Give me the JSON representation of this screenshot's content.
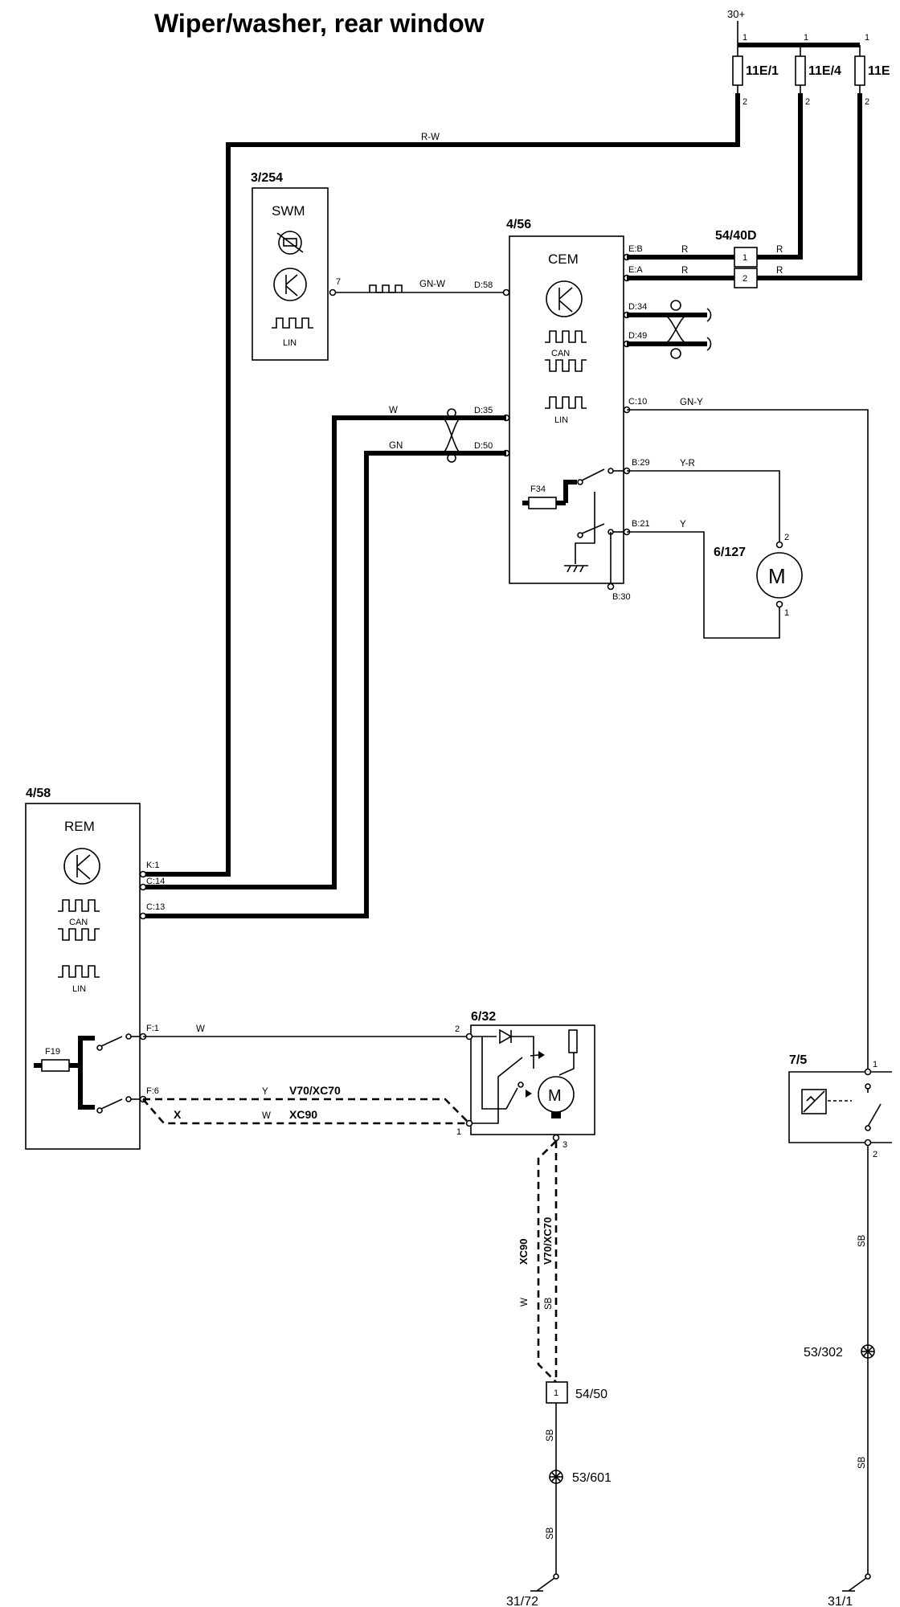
{
  "title": "Wiper/washer, rear window",
  "supply": {
    "label": "30+"
  },
  "fuses": [
    {
      "id": "11E/1",
      "pin_top": "1",
      "pin_bottom": "2"
    },
    {
      "id": "11E/4",
      "pin_top": "1",
      "pin_bottom": "2"
    },
    {
      "id": "11E",
      "pin_top": "1",
      "pin_bottom": "2"
    }
  ],
  "wires": {
    "rw": "R-W",
    "gnw": "GN-W",
    "r1": "R",
    "r2": "R",
    "r3": "R",
    "r4": "R",
    "w_d35": "W",
    "gn_d50": "GN",
    "gny": "GN-Y",
    "yr": "Y-R",
    "y_b21": "Y",
    "w_f1": "W",
    "y_f6": "Y",
    "w_x": "W",
    "w_vert": "W",
    "sb_vert": "SB",
    "sb1": "SB",
    "sb2": "SB",
    "sb3": "SB",
    "sb4": "SB"
  },
  "swm": {
    "id": "3/254",
    "name": "SWM",
    "bus": "LIN",
    "pin": "7"
  },
  "cem": {
    "id": "4/56",
    "name": "CEM",
    "bus1": "CAN",
    "bus2": "LIN",
    "fuse": "F34",
    "pins": {
      "eb": "E:B",
      "ea": "E:A",
      "d58": "D:58",
      "d34": "D:34",
      "d49": "D:49",
      "c10": "C:10",
      "d35": "D:35",
      "d50": "D:50",
      "b29": "B:29",
      "b21": "B:21",
      "b30": "B:30"
    }
  },
  "connector_4040": {
    "id": "54/40D",
    "pin1": "1",
    "pin2": "2"
  },
  "motor_6127": {
    "id": "6/127",
    "pin2": "2",
    "pin1": "1",
    "symbol": "M"
  },
  "rem": {
    "id": "4/58",
    "name": "REM",
    "bus1": "CAN",
    "bus2": "LIN",
    "fuse": "F19",
    "pins": {
      "k1": "K:1",
      "c14": "C:14",
      "c13": "C:13",
      "f1": "F:1",
      "f6": "F:6"
    }
  },
  "motor_632": {
    "id": "6/32",
    "pin2": "2",
    "pin1": "1",
    "pin3": "3",
    "symbol": "M"
  },
  "variants": {
    "v70": "V70/XC70",
    "xc90": "XC90",
    "x": "X",
    "xc90_vert": "XC90",
    "v70_vert": "V70/XC70"
  },
  "relay_75": {
    "id": "7/5",
    "pin1": "1",
    "pin2": "2"
  },
  "connector_5450": {
    "id": "54/50",
    "pin1": "1"
  },
  "splices": {
    "s53302": "53/302",
    "s53601": "53/601"
  },
  "grounds": {
    "g3172": "31/72",
    "g311": "31/1"
  }
}
